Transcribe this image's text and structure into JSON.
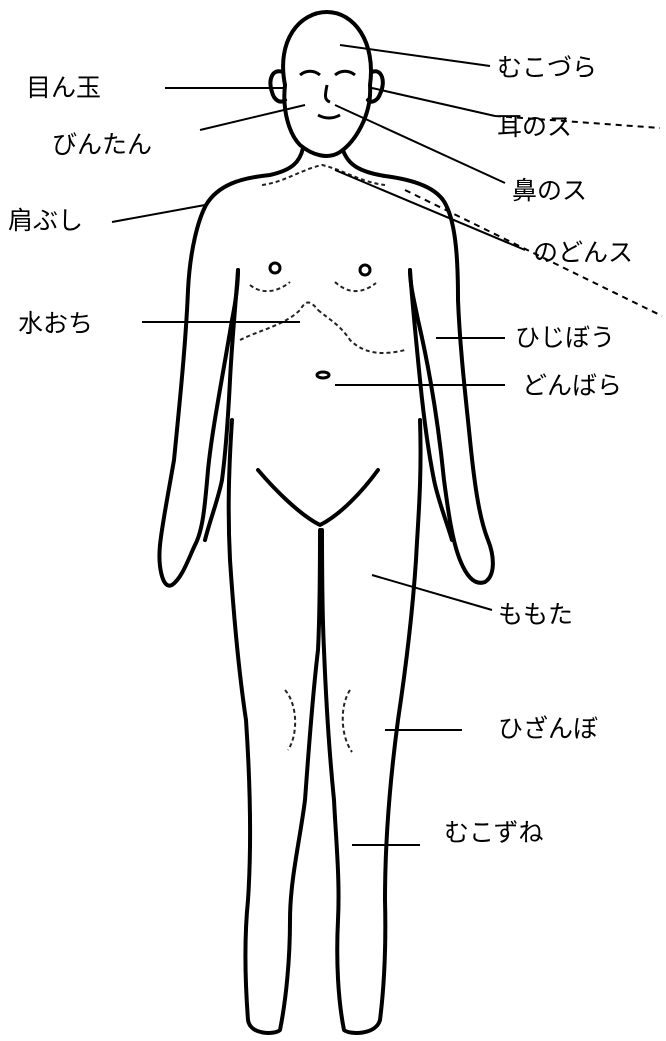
{
  "labels": {
    "mukozura": "むこづら",
    "medama": "目ん玉",
    "mimi_no_su": "耳のス",
    "bintan": "びんたん",
    "hana_no_su": "鼻のス",
    "katabushi": "肩ぶし",
    "nodon_su": "のどんス",
    "mizuochi": "水おち",
    "hijibou": "ひじぼう",
    "donbara": "どんばら",
    "momota": "ももた",
    "hizanbo": "ひざんぼ",
    "mukozune": "むこずね"
  },
  "colors": {
    "ink": "#000000",
    "background": "#ffffff"
  }
}
